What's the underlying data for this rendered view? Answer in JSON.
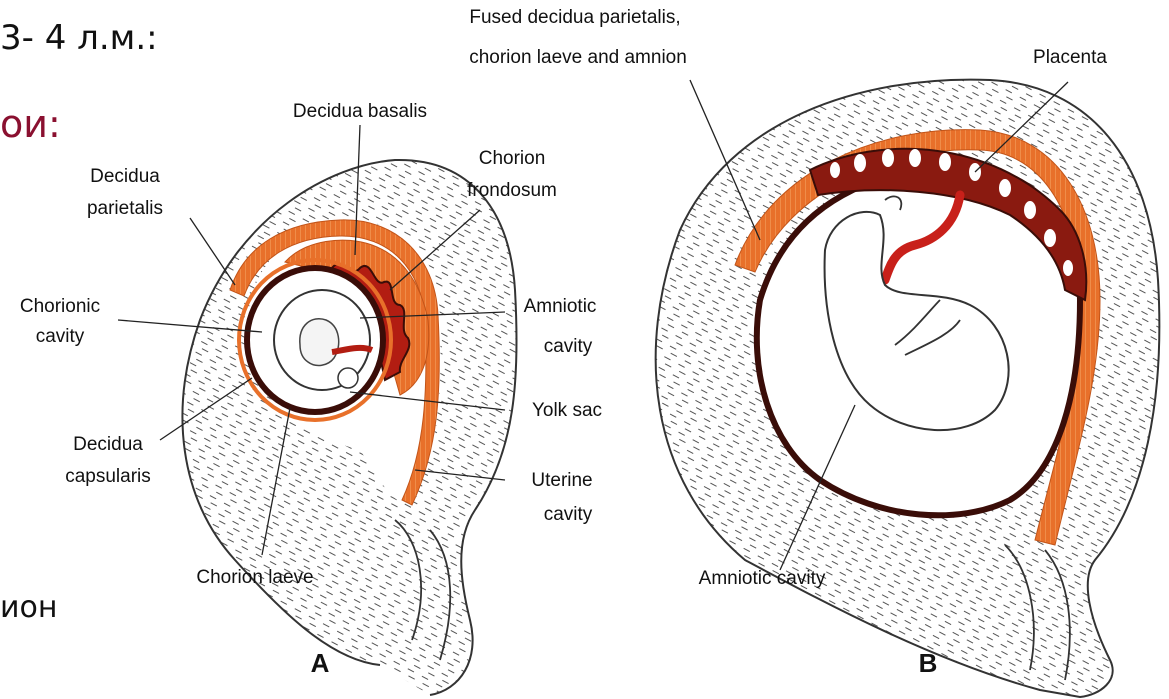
{
  "slide": {
    "line1": "3- 4 л.м.:",
    "line2": "ои:",
    "line3": "ион"
  },
  "colors": {
    "decidua": "#e8702a",
    "chorion_frondosum": "#b21d12",
    "dark_membrane": "#3a0d08",
    "uterine_wall_stroke": "#333333"
  },
  "figure_a": {
    "panel_label": "A",
    "labels": {
      "decidua_basalis": "Decidua basalis",
      "chorion_frondosum_1": "Chorion",
      "chorion_frondosum_2": "frondosum",
      "decidua_parietalis_1": "Decidua",
      "decidua_parietalis_2": "parietalis",
      "chorionic_cavity_1": "Chorionic",
      "chorionic_cavity_2": "cavity",
      "amniotic_cavity_1": "Amniotic",
      "amniotic_cavity_2": "cavity",
      "yolk_sac": "Yolk sac",
      "decidua_capsularis_1": "Decidua",
      "decidua_capsularis_2": "capsularis",
      "uterine_cavity_1": "Uterine",
      "uterine_cavity_2": "cavity",
      "chorion_laeve": "Chorion laeve"
    }
  },
  "figure_b": {
    "panel_label": "B",
    "labels": {
      "fused_1": "Fused decidua parietalis,",
      "fused_2": "chorion laeve and amnion",
      "placenta": "Placenta",
      "amniotic_cavity": "Amniotic cavity"
    }
  }
}
